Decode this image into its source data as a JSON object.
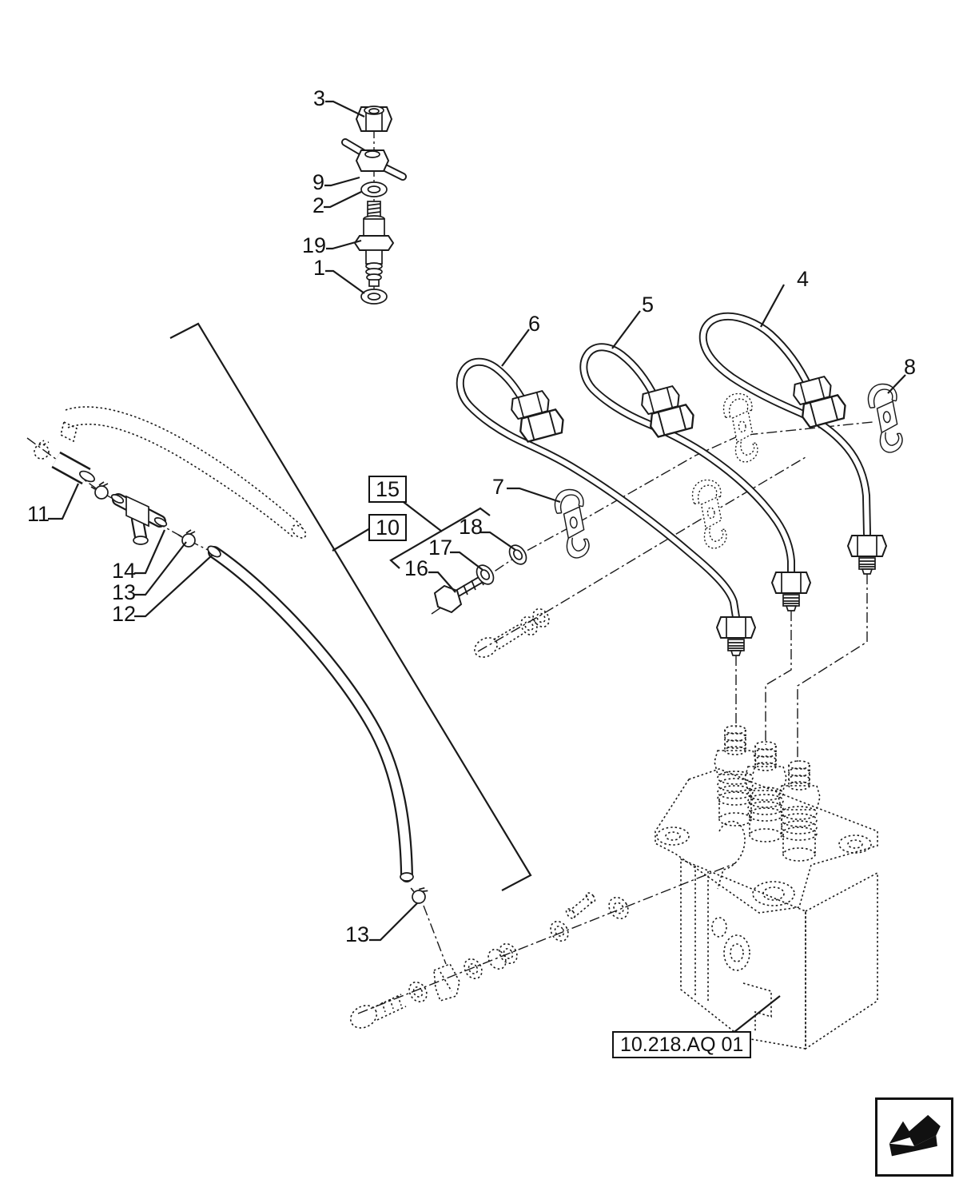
{
  "figure": {
    "callouts": {
      "c1": "1",
      "c2": "2",
      "c3": "3",
      "c4": "4",
      "c5": "5",
      "c6": "6",
      "c7": "7",
      "c8": "8",
      "c9": "9",
      "c11": "11",
      "c12": "12",
      "c13a": "13",
      "c13b": "13",
      "c14": "14",
      "c16": "16",
      "c17": "17",
      "c18": "18",
      "c19": "19",
      "b10": "10",
      "b15": "15"
    },
    "reference_label": "10.218.AQ 01",
    "icons": {
      "nav": "page-back-arrow-icon"
    },
    "colors": {
      "line": "#1a1a1a",
      "background": "#ffffff"
    }
  }
}
